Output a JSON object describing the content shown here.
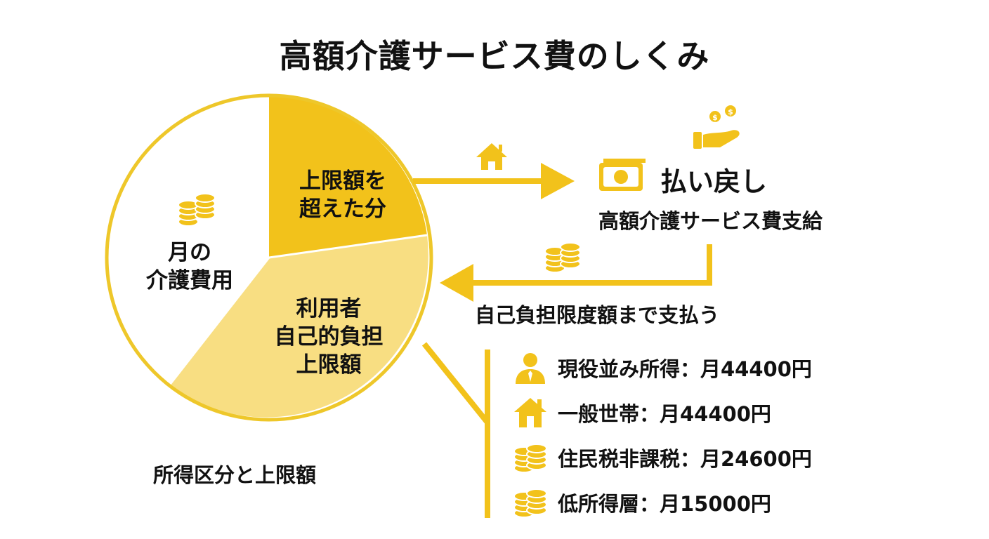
{
  "title": "高額介護サービス費のしくみ",
  "pie": {
    "outer_label_line1": "月の",
    "outer_label_line2": "介護費用",
    "excess_line1": "上限額を",
    "excess_line2": "超えた分",
    "self_line1": "利用者",
    "self_line2": "自己的負担",
    "self_line3": "上限額"
  },
  "refund": {
    "title": "払い戻し",
    "subtitle": "高額介護サービス費支給"
  },
  "pay_label": "自己負担限度額まで支払う",
  "tiers_heading": "所得区分と上限額",
  "tiers": [
    {
      "label": "現役並み所得：月44400円",
      "icon": "person-icon"
    },
    {
      "label": "一般世帯：月44400円",
      "icon": "house-icon"
    },
    {
      "label": "住民税非課税：月24600円",
      "icon": "coins-icon"
    },
    {
      "label": "低所得層：月15000円",
      "icon": "coins-icon"
    }
  ],
  "colors": {
    "accent": "#F2C21B",
    "accent_light": "#F8DE82",
    "pie_outline": "#EEC72A",
    "text": "#111111",
    "background": "#FFFFFF"
  }
}
